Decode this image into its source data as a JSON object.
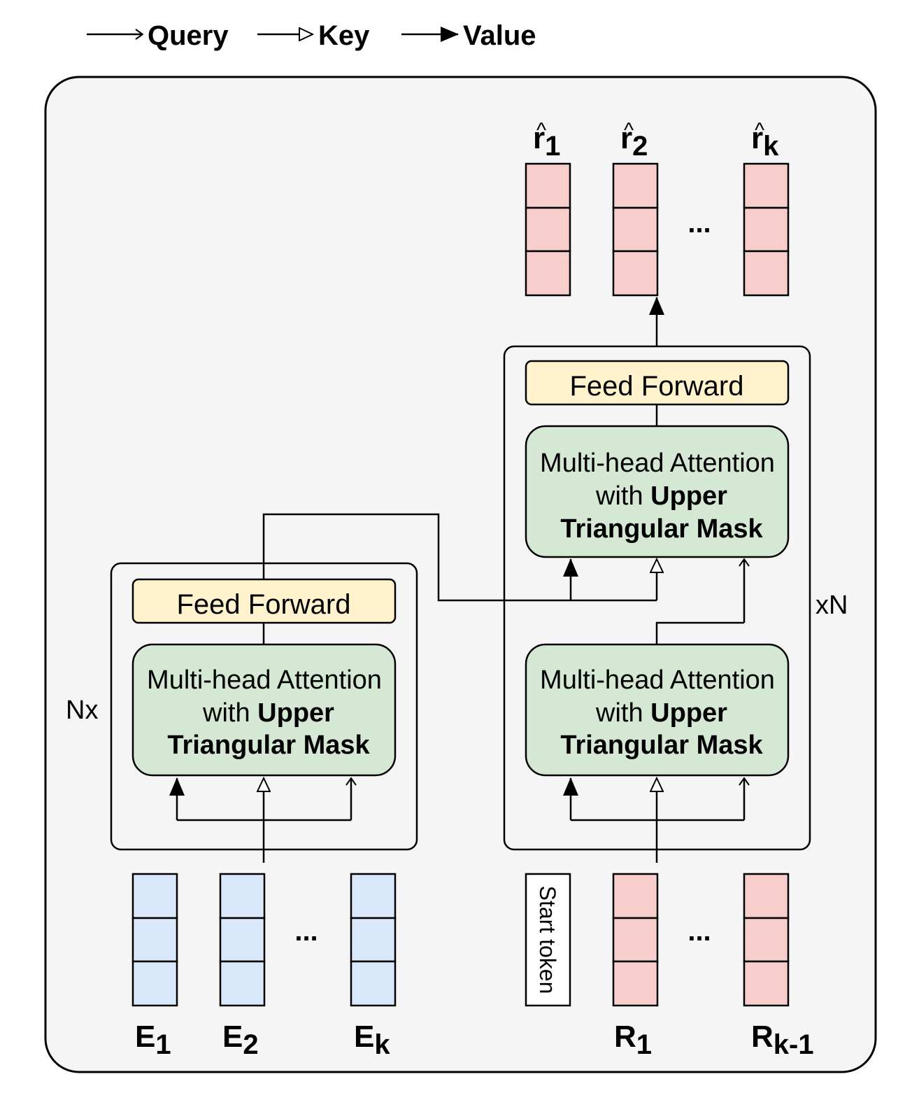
{
  "legend": {
    "query": "Query",
    "key": "Key",
    "value": "Value"
  },
  "encoder": {
    "repeat_label": "Nx",
    "feed_forward": "Feed Forward",
    "attention": {
      "line1": "Multi-head Attention",
      "line2_prefix": "with ",
      "line2_bold": "Upper",
      "line3": "Triangular Mask"
    },
    "inputs": {
      "e1": {
        "base": "E",
        "sub": "1"
      },
      "e2": {
        "base": "E",
        "sub": "2"
      },
      "ek": {
        "base": "E",
        "sub": "k"
      },
      "ellipsis": "..."
    }
  },
  "decoder": {
    "repeat_label": "xN",
    "feed_forward": "Feed Forward",
    "cross_attention": {
      "line1": "Multi-head Attention",
      "line2_prefix": "with ",
      "line2_bold": "Upper",
      "line3": "Triangular Mask"
    },
    "self_attention": {
      "line1": "Multi-head Attention",
      "line2_prefix": "with ",
      "line2_bold": "Upper",
      "line3": "Triangular Mask"
    },
    "inputs": {
      "start_token": "Start token",
      "r1": {
        "base": "R",
        "sub": "1"
      },
      "rk1": {
        "base": "R",
        "sub": "k-1"
      },
      "ellipsis": "..."
    },
    "outputs": {
      "hat_symbol": "^",
      "r1": {
        "base": "r",
        "sub": "1"
      },
      "r2": {
        "base": "r",
        "sub": "2"
      },
      "rk": {
        "base": "r",
        "sub": "k"
      },
      "ellipsis": "..."
    }
  },
  "colors": {
    "panel_bg": "#f5f5f5",
    "feed_forward_fill": "#fff2cc",
    "attention_fill": "#d5e8d4",
    "embedding_fill": "#dae8fc",
    "response_fill": "#f8cecc",
    "stroke": "#000000"
  }
}
